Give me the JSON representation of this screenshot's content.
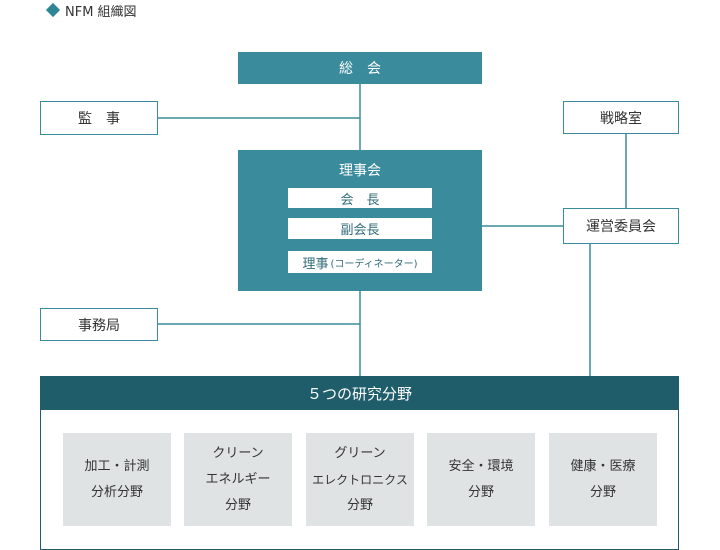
{
  "header": {
    "title": "NFM 組織図"
  },
  "nodes": {
    "general_assembly": "総　会",
    "auditor": "監　事",
    "strategy_office": "戦略室",
    "board": {
      "title": "理事会",
      "president": "会　長",
      "vice_president": "副会長",
      "director": "理事",
      "director_note": "(コーディネーター)"
    },
    "steering_committee": "運営委員会",
    "secretariat": "事務局",
    "research": {
      "title": "５つの研究分野",
      "fields": [
        {
          "line1": "加工・計測",
          "line2": "分析分野"
        },
        {
          "line1": "クリーン",
          "line2": "エネルギー",
          "line3": "分野"
        },
        {
          "line1": "グリーン",
          "line2": "エレクトロニクス",
          "line3": "分野"
        },
        {
          "line1": "安全・環境",
          "line2": "分野"
        },
        {
          "line1": "健康・医療",
          "line2": "分野"
        }
      ]
    }
  },
  "colors": {
    "accent": "#3a8b9c",
    "dark": "#1f5d6b",
    "field_bg": "#dfe3e4"
  }
}
